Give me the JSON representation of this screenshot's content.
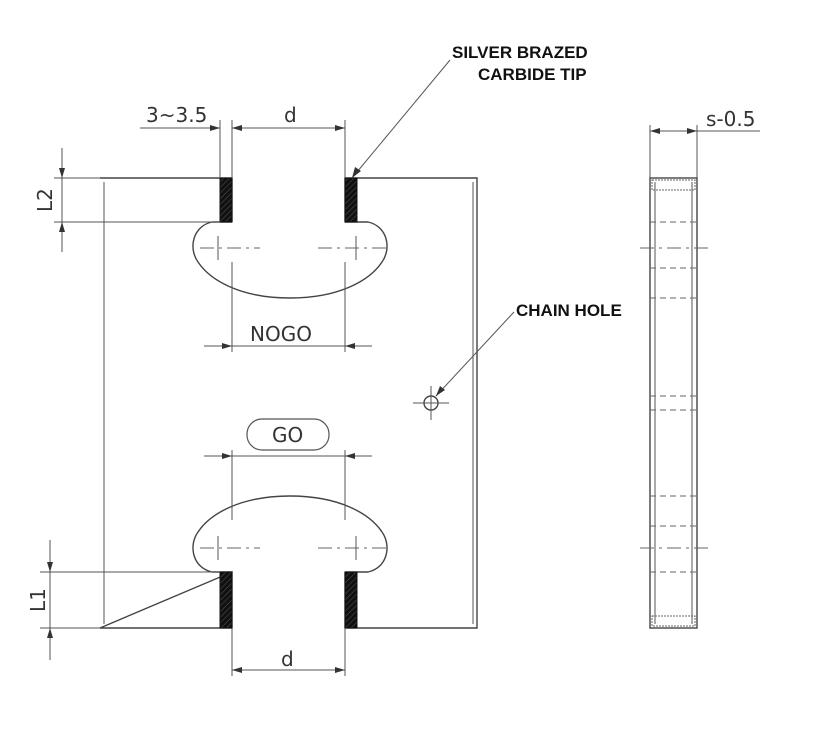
{
  "labels": {
    "top_width_dim": "3~3.5",
    "top_gap_dim": "d",
    "bottom_gap_dim": "d",
    "l2_dim": "L2",
    "l1_dim": "L1",
    "nogo_dim": "NOGO",
    "go_label": "GO",
    "thickness_dim": "s-0.5"
  },
  "callouts": {
    "tip_line1": "SILVER BRAZED",
    "tip_line2": "CARBIDE TIP",
    "chain_hole": "CHAIN HOLE"
  },
  "colors": {
    "line": "#444444",
    "tip_fill": "#111111"
  }
}
